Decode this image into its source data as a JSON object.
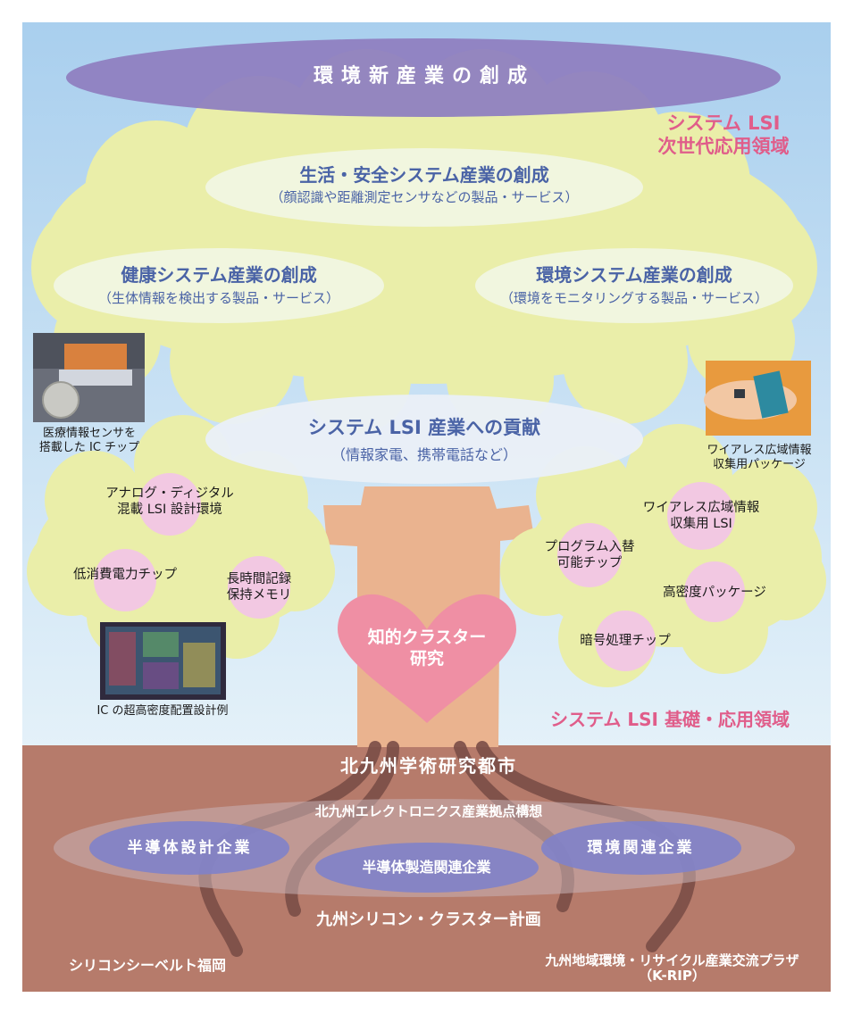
{
  "sky_banner": "環境新産業の創成",
  "region_upper": "システム LSI\n次世代応用領域",
  "region_lower": "システム LSI 基礎・応用領域",
  "canopy_items": [
    {
      "title": "生活・安全システム産業の創成",
      "sub": "（顔認識や距離測定センサなどの製品・サービス）"
    },
    {
      "title": "健康システム産業の創成",
      "sub": "（生体情報を検出する製品・サービス）"
    },
    {
      "title": "環境システム産業の創成",
      "sub": "（環境をモニタリングする製品・サービス）"
    },
    {
      "title": "システム LSI 産業への貢献",
      "sub": "（情報家電、携帯電話など）"
    }
  ],
  "left_branch": [
    "アナログ・ディジタル\n混載 LSI 設計環境",
    "低消費電力チップ",
    "長時間記録\n保持メモリ"
  ],
  "right_branch": [
    "ワイアレス広域情報\n収集用 LSI",
    "プログラム入替\n可能チップ",
    "高密度パッケージ",
    "暗号処理チップ"
  ],
  "photo_captions": [
    "医療情報センサを\n搭載した IC チップ",
    "ワイアレス広域情報\n収集用パッケージ",
    "IC の超高密度配置設計例"
  ],
  "heart": "知的クラスター\n研究",
  "ground": {
    "city": "北九州学術研究都市",
    "plan": "北九州エレクトロニクス産業拠点構想",
    "companies": [
      "半導体設計企業",
      "半導体製造関連企業",
      "環境関連企業"
    ],
    "cluster": "九州シリコン・クラスター計画",
    "bottom_left": "シリコンシーベルト福岡",
    "bottom_right": "九州地域環境・リサイクル産業交流プラザ\n（K-RIP）"
  },
  "colors": {
    "sky_top": "#a9cfee",
    "sky_bottom": "#e4f1f9",
    "canopy": "#eaeea9",
    "trunk": "#eab38f",
    "ground": "#b67b6b",
    "banner": "#8f80c0",
    "circle_pink": "#f2c8e2",
    "heart": "#ef8fa4",
    "blue_text": "#4a63a6",
    "pink_text": "#e05d8a"
  }
}
